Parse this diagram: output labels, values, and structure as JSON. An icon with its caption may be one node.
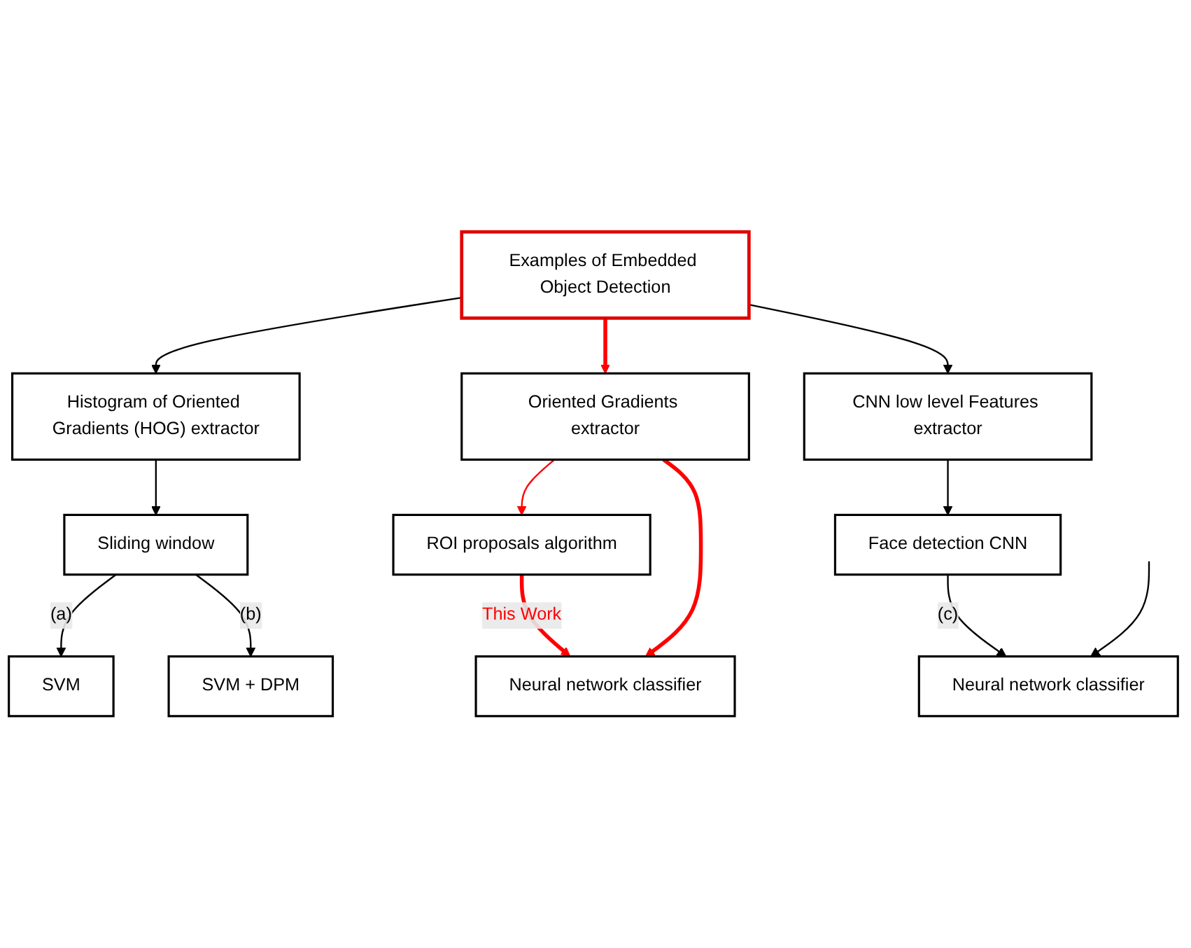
{
  "diagram": {
    "nodes": [
      {
        "text": [
          "Examples of Embedded Object Detection"
        ]
      },
      {
        "text": [
          "Histogram of Oriented Gradients (HOG) extractor"
        ]
      },
      {
        "text": [
          "Oriented Gradients extractor"
        ]
      },
      {
        "text": [
          "CNN low level Features extractor"
        ]
      },
      {
        "text": [
          "Sliding window"
        ]
      },
      {
        "text": [
          "ROI proposals algorithm"
        ]
      },
      {
        "text": [
          "Face detection CNN"
        ]
      },
      {
        "text": [
          "SVM"
        ]
      },
      {
        "text": [
          "SVM + DPM"
        ]
      },
      {
        "text": [
          "Neural network classifier"
        ]
      },
      {
        "text": [
          "Neural network classifier"
        ]
      }
    ],
    "edges": [
      {
        "from": 0,
        "to": 1,
        "arrow": "to"
      },
      {
        "from": 0,
        "to": 2,
        "arrow": "to",
        "style": "thick",
        "color": "#ff0000"
      },
      {
        "from": 0,
        "to": 3,
        "arrow": "to"
      },
      {
        "from": 1,
        "to": 4,
        "arrow": "to"
      },
      {
        "from": 2,
        "to": 5,
        "arrow": "to",
        "color": "#ff0000"
      },
      {
        "from": 3,
        "to": 6,
        "arrow": "to"
      },
      {
        "from": 4,
        "to": 7,
        "arrow": "to",
        "label": "(a)"
      },
      {
        "from": 4,
        "to": 8,
        "arrow": "to",
        "label": "(b)"
      },
      {
        "from": 5,
        "to": 9,
        "arrow": "to",
        "label": "This Work",
        "style": "thick",
        "color": "#ff0000"
      },
      {
        "from": 2,
        "to": 9,
        "arrow": "to",
        "style": "thick",
        "color": "#ff0000"
      },
      {
        "from": 6,
        "to": 10,
        "arrow": "to",
        "label": "(c)"
      },
      {
        "from": null,
        "to": 10,
        "arrow": "to"
      }
    ]
  }
}
